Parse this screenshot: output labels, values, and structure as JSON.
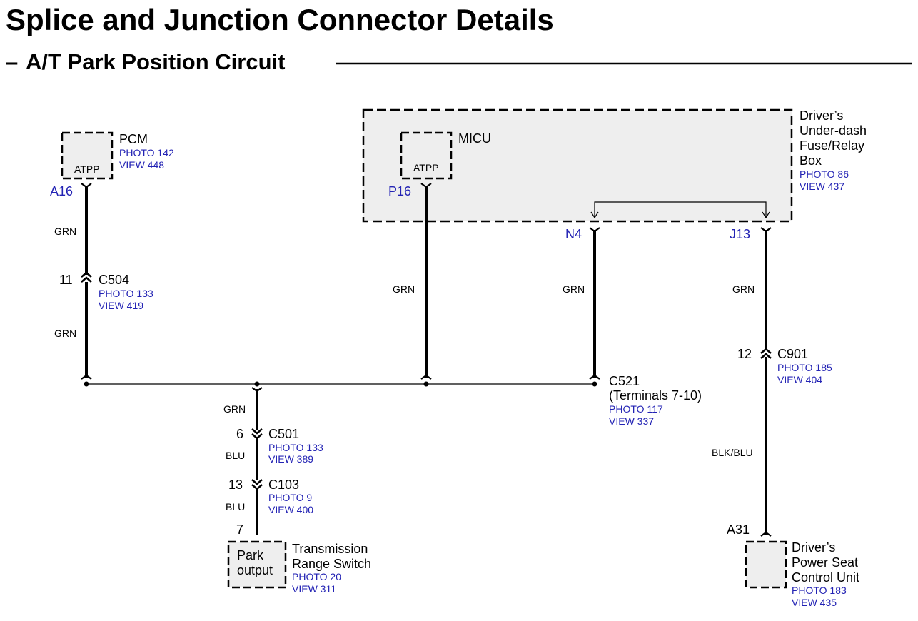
{
  "title": "Splice and Junction Connector Details",
  "subtitle_prefix": "–",
  "subtitle": "A/T Park Position Circuit",
  "colors": {
    "reference_text": "#2323b4",
    "box_fill": "#eeeeee",
    "line": "#000000"
  },
  "components": {
    "pcm": {
      "name": "PCM",
      "terminal": "ATPP",
      "photo": "PHOTO 142",
      "view": "VIEW 448",
      "pin": "A16"
    },
    "micu": {
      "name": "MICU",
      "terminal": "ATPP",
      "pin": "P16"
    },
    "fuse_box": {
      "name_lines": [
        "Driver’s",
        "Under-dash",
        "Fuse/Relay",
        "Box"
      ],
      "photo": "PHOTO 86",
      "view": "VIEW 437",
      "pin_left": "N4",
      "pin_right": "J13"
    },
    "trs": {
      "name_lines": [
        "Transmission",
        "Range Switch"
      ],
      "terminal_lines": [
        "Park",
        "output"
      ],
      "photo": "PHOTO 20",
      "view": "VIEW 311",
      "pin": "7"
    },
    "psc": {
      "name_lines": [
        "Driver’s",
        "Power Seat",
        "Control Unit"
      ],
      "photo": "PHOTO 183",
      "view": "VIEW 435",
      "pin": "A31"
    }
  },
  "connectors": {
    "c504": {
      "name": "C504",
      "pin": "11",
      "photo": "PHOTO 133",
      "view": "VIEW 419"
    },
    "c901": {
      "name": "C901",
      "pin": "12",
      "photo": "PHOTO 185",
      "view": "VIEW 404"
    },
    "c521": {
      "name": "C521",
      "detail": "(Terminals 7-10)",
      "photo": "PHOTO 117",
      "view": "VIEW 337"
    },
    "c501": {
      "name": "C501",
      "pin": "6",
      "photo": "PHOTO 133",
      "view": "VIEW 389"
    },
    "c103": {
      "name": "C103",
      "pin": "13",
      "photo": "PHOTO 9",
      "view": "VIEW 400"
    }
  },
  "wires": {
    "pcm_upper": "GRN",
    "pcm_lower": "GRN",
    "micu": "GRN",
    "n4": "GRN",
    "j13": "GRN",
    "c901_lower": "BLK/BLU",
    "splice_down": "GRN",
    "c501_lower": "BLU",
    "c103_lower": "BLU"
  }
}
